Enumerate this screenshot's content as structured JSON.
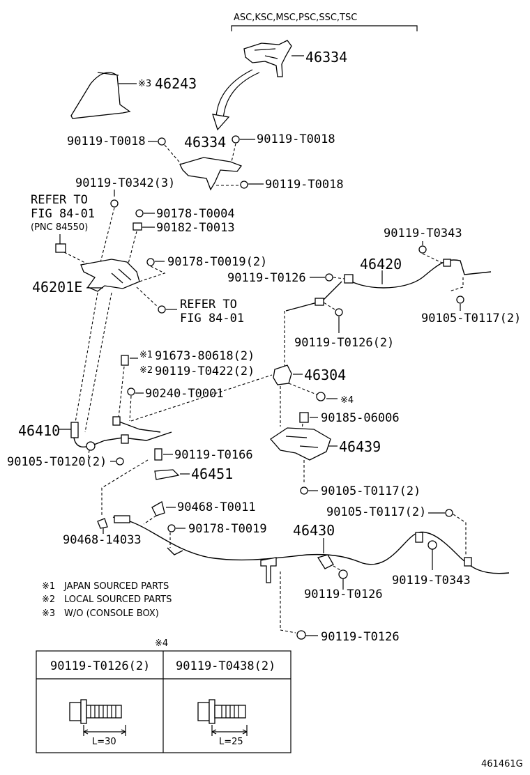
{
  "header_variants": "ASC,KSC,MSC,PSC,SSC,TSC",
  "parts": {
    "p46334_top": "46334",
    "p46243": "46243",
    "p46243_mark": "※3",
    "bolt_t0018_left": "90119-T0018",
    "p46334_mid": "46334",
    "bolt_t0018_right": "90119-T0018",
    "bolt_t0342": "90119-T0342(3)",
    "bolt_t0018_lower": "90119-T0018",
    "refer_fig_1a": "REFER TO",
    "refer_fig_1b": "FIG 84-01",
    "refer_fig_1c": "(PNC 84550)",
    "nut_t0004": "90178-T0004",
    "nut_t0013": "90182-T0013",
    "nut_t0019_2": "90178-T0019(2)",
    "p46201e": "46201E",
    "refer_fig_2a": "REFER TO",
    "refer_fig_2b": "FIG 84-01",
    "p91673_mark": "※1",
    "p91673": "91673-80618(2)",
    "p0422_mark": "※2",
    "p0422": "90119-T0422(2)",
    "p90240": "90240-T0001",
    "p46410": "46410",
    "p90105_t0120": "90105-T0120(2)",
    "bolt_t0166": "90119-T0166",
    "p46451": "46451",
    "bolt_t0343_top": "90119-T0343",
    "p46420": "46420",
    "bolt_t0126_a": "90119-T0126",
    "p90105_t0117_top": "90105-T0117(2)",
    "bolt_t0126_b": "90119-T0126(2)",
    "p46304": "46304",
    "mark4": "※4",
    "p90185": "90185-06006",
    "p46439": "46439",
    "p90105_t0117_mid": "90105-T0117(2)",
    "p90468_t0011": "90468-T0011",
    "p90178_t0019": "90178-T0019",
    "p90468_14033": "90468-14033",
    "p46430": "46430",
    "p90105_t0117_low": "90105-T0117(2)",
    "bolt_t0343_low": "90119-T0343",
    "bolt_t0126_c": "90119-T0126",
    "bolt_t0126_d": "90119-T0126"
  },
  "notes": [
    {
      "mark": "※1",
      "text": "JAPAN SOURCED PARTS"
    },
    {
      "mark": "※2",
      "text": "LOCAL SOURCED PARTS"
    },
    {
      "mark": "※3",
      "text": "W/O (CONSOLE BOX)"
    }
  ],
  "table": {
    "mark": "※4",
    "col1": "90119-T0126(2)",
    "col2": "90119-T0438(2)",
    "len1": "L=30",
    "len2": "L=25"
  },
  "figure_id": "461461G"
}
